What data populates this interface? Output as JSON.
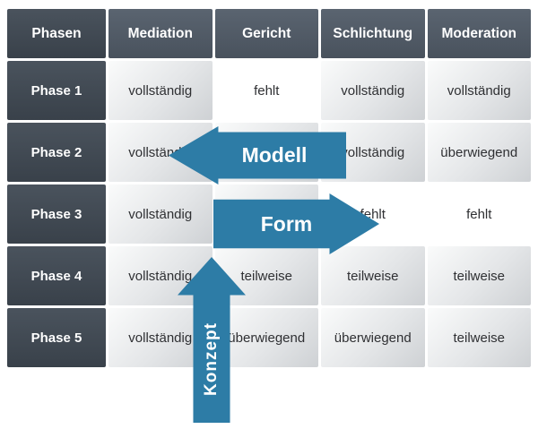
{
  "colors": {
    "header_bg_top": "#5a6470",
    "header_bg_bottom": "#49525d",
    "phase_bg_top": "#4a535d",
    "phase_bg_bottom": "#39414a",
    "arrow": "#2d7ca6",
    "cell_text": "#2f3033",
    "header_text": "#ffffff"
  },
  "table": {
    "columns": [
      "Phasen",
      "Mediation",
      "Gericht",
      "Schlichtung",
      "Moderation"
    ],
    "rows": [
      {
        "label": "Phase 1",
        "cells": [
          "vollständig",
          "fehlt",
          "vollständig",
          "vollständig"
        ]
      },
      {
        "label": "Phase 2",
        "cells": [
          "vollständig",
          "",
          "vollständig",
          "überwiegend"
        ]
      },
      {
        "label": "Phase 3",
        "cells": [
          "vollständig",
          "",
          "fehlt",
          "fehlt"
        ]
      },
      {
        "label": "Phase 4",
        "cells": [
          "vollständig",
          "teilweise",
          "teilweise",
          "teilweise"
        ]
      },
      {
        "label": "Phase 5",
        "cells": [
          "vollständig",
          "überwiegend",
          "überwiegend",
          "teilweise"
        ]
      }
    ]
  },
  "arrows": [
    {
      "label": "Modell",
      "direction": "left"
    },
    {
      "label": "Form",
      "direction": "right"
    },
    {
      "label": "Konzept",
      "direction": "up"
    }
  ]
}
